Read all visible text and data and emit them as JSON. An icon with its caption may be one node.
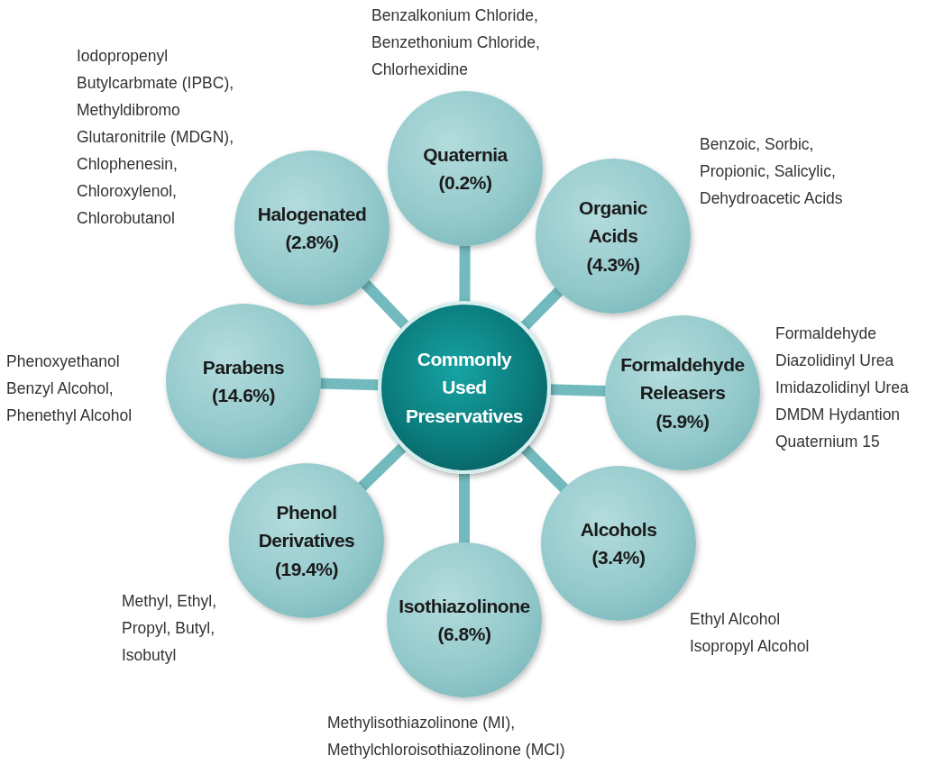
{
  "diagram": {
    "nodes": [
      {
        "text": [
          "Commonly Used Preservatives"
        ]
      },
      {
        "text": [
          "Quaternia",
          "(0.2%)"
        ],
        "beside": [
          "Benzalkonium Chloride, Benzethonium Chloride, Chlorhexidine"
        ]
      },
      {
        "text": [
          "Organic Acids",
          "(4.3%)"
        ],
        "beside": [
          "Benzoic, Sorbic, Propionic, Salicylic, Dehydroacetic Acids"
        ]
      },
      {
        "text": [
          "Formaldehyde Releasers",
          "(5.9%)"
        ],
        "beside": [
          "Formaldehyde",
          "Diazolidinyl Urea",
          "Imidazolidinyl Urea",
          "DMDM Hydantion",
          "Quaternium 15"
        ]
      },
      {
        "text": [
          "Alcohols",
          "(3.4%)"
        ],
        "beside": [
          "Ethyl Alcohol",
          "Isopropyl Alcohol"
        ]
      },
      {
        "text": [
          "Isothiazolinone",
          "(6.8%)"
        ],
        "beside": [
          "Methylisothiazolinone (MI), Methylchloroisothiazolinone (MCI)"
        ]
      },
      {
        "text": [
          "Phenol Derivatives",
          "(19.4%)"
        ],
        "beside": [
          "Methyl, Ethyl, Propyl, Butyl, Isobutyl"
        ]
      },
      {
        "text": [
          "Parabens",
          "(14.6%)"
        ],
        "beside": [
          "Phenoxyethanol",
          "Benzyl Alcohol, Phenethyl Alcohol"
        ]
      },
      {
        "text": [
          "Halogenated",
          "(2.8%)"
        ],
        "beside": [
          "Iodopropenyl Butylcarbmate (IPBC), Methyldibromo Glutaronitrile (MDGN), Chlophenesin, Chloroxylenol, Chlorobutanol"
        ]
      }
    ],
    "edges": [
      {
        "from": 0,
        "to": 1,
        "arrow": "none"
      },
      {
        "from": 0,
        "to": 2,
        "arrow": "none"
      },
      {
        "from": 0,
        "to": 3,
        "arrow": "none"
      },
      {
        "from": 0,
        "to": 4,
        "arrow": "none"
      },
      {
        "from": 0,
        "to": 5,
        "arrow": "none"
      },
      {
        "from": 0,
        "to": 6,
        "arrow": "none"
      },
      {
        "from": 0,
        "to": 7,
        "arrow": "none"
      },
      {
        "from": 0,
        "to": 8,
        "arrow": "none"
      }
    ]
  }
}
